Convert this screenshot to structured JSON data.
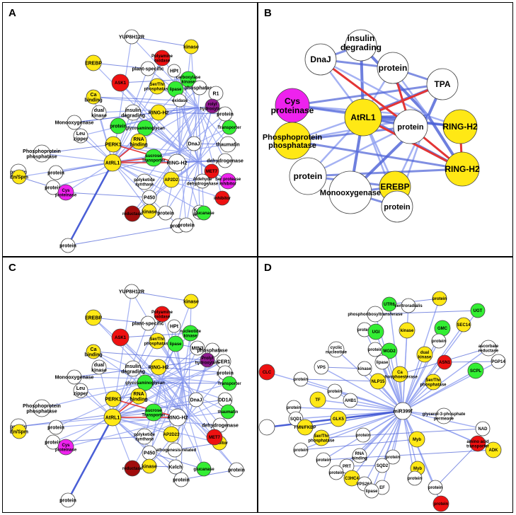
{
  "colors": {
    "edge_blue": "#4a5fd6",
    "edge_light": "#8f9ff0",
    "edge_red": "#e33535",
    "yellow": "#ffe815",
    "green": "#33ee33",
    "red": "#ee1111",
    "darkred": "#a00c0c",
    "magenta": "#ee22ee",
    "purple": "#8e1a8e",
    "white": "#ffffff"
  },
  "panels": [
    {
      "letter": "A",
      "labels": [
        "YUP8H12R",
        "kinase",
        "Polyamine oxidase",
        "EREBP",
        "plant-specific",
        "HPt",
        "carboxylase kinase",
        "ASK1",
        "Ser/Thr phosphatase",
        "lipase",
        "phosphatase",
        "R1",
        "Ca binding",
        "oxidase",
        "dual kinase",
        "rolyl hydroxylase",
        "Monooxygenase",
        "insulin degrading",
        "RING-H2",
        "protein",
        "Leu zipper",
        "glycosaminoglycan",
        "protein",
        "Transporter",
        "Phosphoprotein phosphatase",
        "PERK1",
        "RNA binding",
        "DnaJ",
        "thaumatin",
        "protein",
        "protein",
        "AtRL1",
        "sucrose Transporter",
        "RING-H2",
        "dehydrogenase",
        "MET7",
        "En/Spm",
        "protein",
        "polyketide synthase",
        "AP2D2",
        "Aldehyde dehydrogenase",
        "Ser protease inhibitor",
        "Cys proteinase",
        "P450",
        "inhibitor",
        "Kelch repeat",
        "glucanase",
        "reductase",
        "kinase",
        "protein",
        "protein",
        "protein",
        "protein"
      ]
    },
    {
      "letter": "B",
      "labels": [
        "insulin degrading",
        "DnaJ",
        "protein",
        "TPA",
        "Cys proteinase",
        "RING-H2",
        "AtRL1",
        "protein",
        "Phosphoprotein phosphatase",
        "RING-H2",
        "protein",
        "EREBP",
        "Monooxygenase",
        "protein"
      ]
    },
    {
      "letter": "C",
      "labels": [
        "YUP8H12R",
        "kinase",
        "Polyamine oxidase",
        "EREBP",
        "plant-specific",
        "HPt",
        "nucleotide kinase",
        "ASK1",
        "Ser/Thr phosphatase",
        "lipase",
        "MtN3",
        "phosphatase",
        "CER1",
        "Ca binding",
        "dual kinase",
        "Prolyl hydroxylase",
        "Monooxygenase",
        "insulin degrading",
        "RING-H2",
        "protein",
        "Leu zipper",
        "glycosaminoglycan",
        "Transporter",
        "Phosphoprotein phosphatase",
        "PERK1",
        "RNA binding",
        "DnaJ",
        "DD1A",
        "protein",
        "protein",
        "AtRL1",
        "sucrose Transporter",
        "RING-H2",
        "thaumatin",
        "dehydrogenase",
        "En/Spm",
        "protein",
        "polyketide synthase",
        "AP2D23",
        "pathogenesis-related",
        "inhibitor",
        "Cys proteinase",
        "P450",
        "glucanase",
        "reductase",
        "kinase",
        "Kelch",
        "MET7",
        "protein",
        "protein",
        "protein"
      ]
    },
    {
      "letter": "D",
      "labels": [
        "UTR6",
        "protein",
        "centroradialis",
        "phosphoribosyltransferase",
        "UGT",
        "SEC14",
        "protein",
        "UGI",
        "kinase",
        "GMC",
        "protein",
        "cyclic nucleotide",
        "protein",
        "MGD2",
        "dual kinase",
        "Ca phosphoesterase",
        "ascorbate reductase",
        "CLC",
        "VPS",
        "kinase",
        "lipase",
        "ASN1",
        "PGP14",
        "SCPL",
        "protein",
        "NLP15",
        "Ser/Thr phosphatase",
        "protein",
        "AHB1",
        "TF",
        "protein",
        "SQD1",
        "GLK5",
        "miR399f",
        "FMN/FKBP",
        "glycerol-3-phosphate permease",
        "NAD",
        "Ser/Thr phosphatase",
        "protein",
        "Myb",
        "protein",
        "protein",
        "ADK",
        "protein",
        "RNA binding",
        "SQD2",
        "PRT",
        "Myb",
        "protein",
        "C3HC4",
        "VPS26A",
        "EF",
        "lipase",
        "protein",
        "protein",
        "amino acid transporter",
        "protein"
      ]
    }
  ]
}
